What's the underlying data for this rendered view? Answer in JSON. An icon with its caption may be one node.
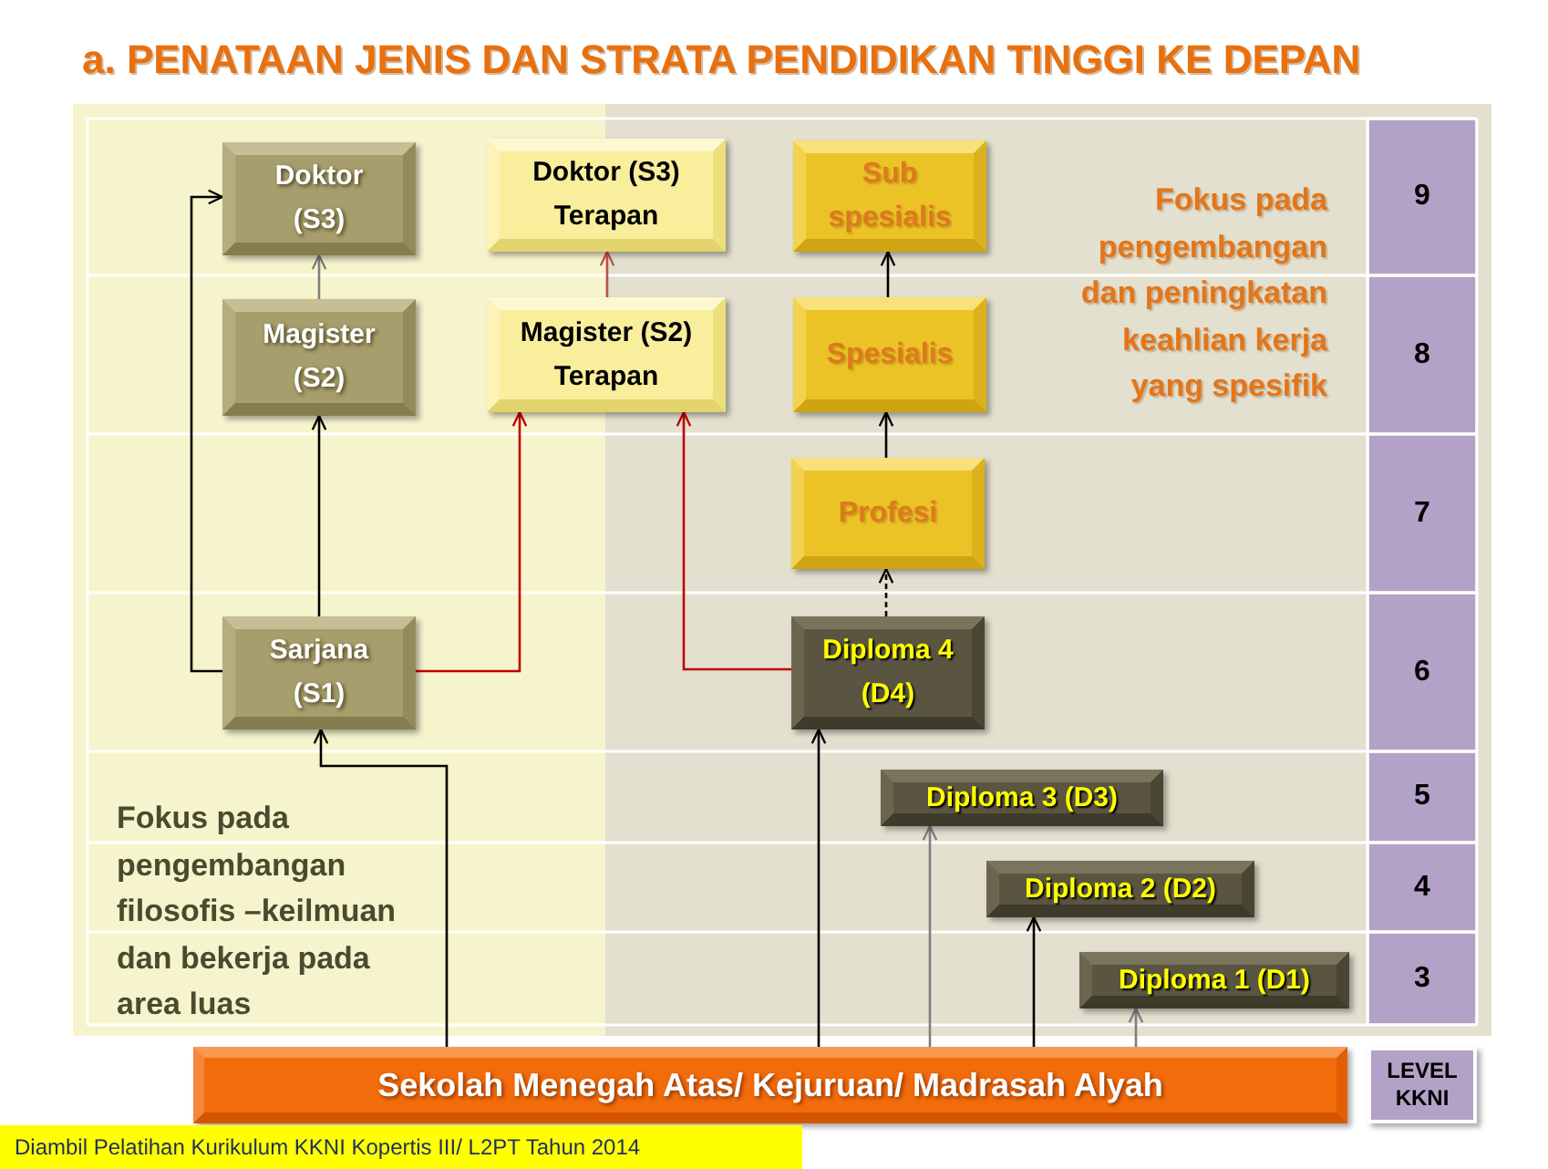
{
  "diagram": {
    "title": "a. PENATAAN JENIS DAN STRATA PENDIDIKAN TINGGI KE DEPAN",
    "caption": "Diambil Pelatihan Kurikulum KKNI Kopertis III/ L2PT Tahun 2014",
    "nodes": [
      {
        "text": [
          "Doktor (S3)"
        ]
      },
      {
        "text": [
          "Doktor (S3) Terapan"
        ]
      },
      {
        "text": [
          "Sub spesialis"
        ]
      },
      {
        "text": [
          "9"
        ]
      },
      {
        "text": [
          "Magister (S2)"
        ]
      },
      {
        "text": [
          "Magister (S2) Terapan"
        ]
      },
      {
        "text": [
          "Spesialis"
        ]
      },
      {
        "text": [
          "8"
        ]
      },
      {
        "text": [
          "Profesi"
        ]
      },
      {
        "text": [
          "7"
        ]
      },
      {
        "text": [
          "Sarjana (S1)"
        ]
      },
      {
        "text": [
          "Diploma 4 (D4)"
        ]
      },
      {
        "text": [
          "6"
        ]
      },
      {
        "text": [
          "Diploma 3 (D3)"
        ]
      },
      {
        "text": [
          "5"
        ]
      },
      {
        "text": [
          "Diploma 2 (D2)"
        ]
      },
      {
        "text": [
          "4"
        ]
      },
      {
        "text": [
          "Diploma 1 (D1)"
        ]
      },
      {
        "text": [
          "3"
        ]
      },
      {
        "text": [
          "Sekolah Menegah Atas/ Kejuruan/ Madrasah Alyah"
        ]
      },
      {
        "text": [
          "LEVEL KKNI"
        ]
      }
    ],
    "edges": [
      {
        "from": 10,
        "to": 0,
        "arrow": "to"
      },
      {
        "from": 4,
        "to": 0,
        "arrow": "to",
        "color": "#7f7f7f"
      },
      {
        "from": 10,
        "to": 4,
        "arrow": "to"
      },
      {
        "from": 10,
        "to": 5,
        "arrow": "to",
        "color": "#c00000"
      },
      {
        "from": 5,
        "to": 1,
        "arrow": "to",
        "color": "#c0504d"
      },
      {
        "from": 11,
        "to": 5,
        "arrow": "to",
        "color": "#c00000"
      },
      {
        "from": 11,
        "to": 8,
        "arrow": "to",
        "style": "dashed"
      },
      {
        "from": 8,
        "to": 6,
        "arrow": "to"
      },
      {
        "from": 6,
        "to": 2,
        "arrow": "to"
      },
      {
        "from": 19,
        "to": 10,
        "arrow": "to"
      },
      {
        "from": 19,
        "to": 11,
        "arrow": "to"
      },
      {
        "from": 19,
        "to": 13,
        "arrow": "to",
        "color": "#7f7f7f"
      },
      {
        "from": 19,
        "to": 15,
        "arrow": "to"
      },
      {
        "from": 19,
        "to": 17,
        "arrow": "to",
        "color": "#7f7f7f"
      }
    ],
    "labels": [
      "Fokus pada pengembangan dan peningkatan keahlian kerja yang spesifik",
      "Fokus pada pengembangan filosofis –keilmuan dan bekerja pada area luas"
    ]
  }
}
